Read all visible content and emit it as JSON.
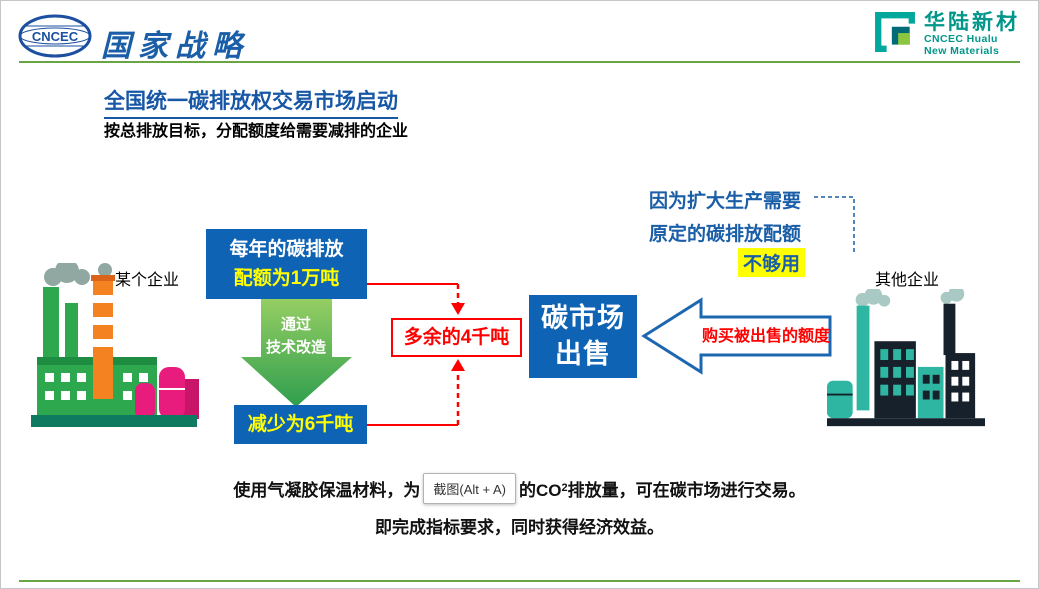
{
  "colors": {
    "primary_blue": "#0f63b4",
    "title_blue": "#1757a6",
    "annotation_blue": "#1b5ea8",
    "accent_green": "#69a543",
    "arrow_green": "#2f9e4e",
    "highlight_yellow": "#ffff00",
    "alert_red": "#ff0000",
    "brand_teal": "#00968a",
    "factory_magenta": "#e81c7c",
    "factory_orange": "#f58220",
    "factory_teal": "#2fb6a3"
  },
  "header": {
    "cncec_logo_text": "CNCEC",
    "brand_title": "国家战略",
    "hualu": {
      "name": "华陆新材",
      "sub1": "CNCEC Hualu",
      "sub2": "New Materials"
    }
  },
  "title": "全国统一碳排放权交易市场启动",
  "subtitle": "按总排放目标，分配额度给需要减排的企业",
  "diagram": {
    "left_factory_label": "某个企业",
    "right_factory_label": "其他企业",
    "quota_box": {
      "line1": "每年的碳排放",
      "line2": "配额为1万吨"
    },
    "green_arrow": {
      "line1": "通过",
      "line2": "技术改造"
    },
    "reduced_box": "减少为6千吨",
    "surplus_box": "多余的4千吨",
    "market_box": {
      "line1": "碳市场",
      "line2": "出售"
    },
    "buy_arrow_label": "购买被出售的额度",
    "annotation": {
      "line1": "因为扩大生产需要",
      "line2": "原定的碳排放配额",
      "line3": "不够用"
    }
  },
  "caption": {
    "line1_prefix": "使用气凝胶保温材料，为",
    "line1_suffix_a": "的CO",
    "line1_subscript": "2",
    "line1_suffix_b": "排放量，可在碳市场进行交易。",
    "line2": "即完成指标要求，同时获得经济效益。",
    "tooltip": "截图(Alt + A)"
  }
}
